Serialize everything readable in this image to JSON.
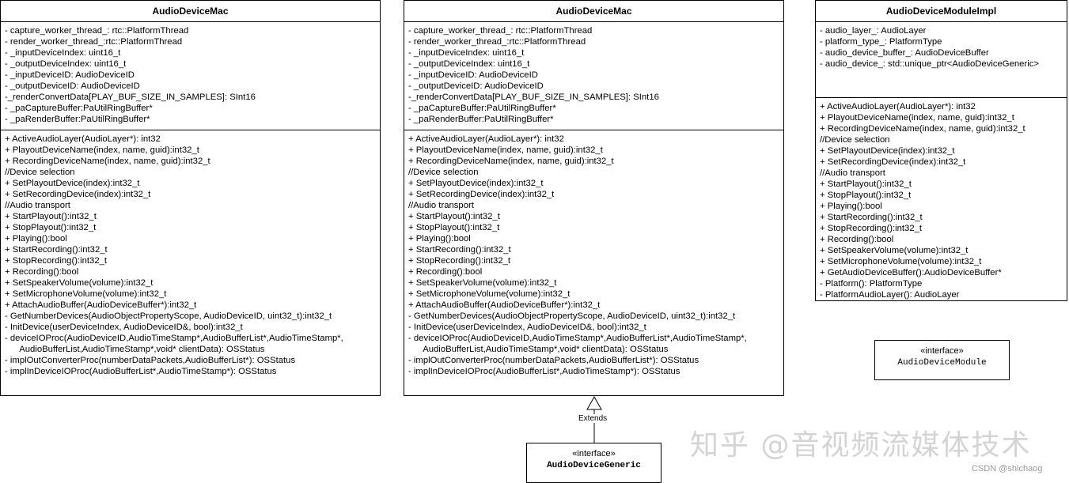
{
  "classes": {
    "left": {
      "title": "AudioDeviceMac",
      "attributes": [
        "- capture_worker_thread_: rtc::PlatformThread",
        "- render_worker_thread_:rtc::PlatformThread",
        "- _inputDeviceIndex: uint16_t",
        "- _outputDeviceIndex: uint16_t",
        "- _inputDeviceID: AudioDeviceID",
        "- _outputDeviceID: AudioDeviceID",
        "-_renderConvertData[PLAY_BUF_SIZE_IN_SAMPLES]: SInt16",
        "- _paCaptureBuffer:PaUtilRingBuffer*",
        "- _paRenderBuffer:PaUtilRingBuffer*"
      ],
      "methods": [
        "+ ActiveAudioLayer(AudioLayer*): int32",
        "+ PlayoutDeviceName(index, name, guid):int32_t",
        "+ RecordingDeviceName(index, name, guid):int32_t",
        "//Device selection",
        "+ SetPlayoutDevice(index):int32_t",
        "+ SetRecordingDevice(index):int32_t",
        "//Audio transport",
        "+ StartPlayout():int32_t",
        "+ StopPlayout():int32_t",
        "+ Playing():bool",
        "+ StartRecording():int32_t",
        "+ StopRecording():int32_t",
        "+ Recording():bool",
        "+ SetSpeakerVolume(volume):int32_t",
        "+ SetMicrophoneVolume(volume):int32_t",
        "+ AttachAudioBuffer(AudioDeviceBuffer*):int32_t",
        "- GetNumberDevices(AudioObjectPropertyScope, AudioDeviceID, uint32_t):int32_t",
        "- InitDevice(userDeviceIndex, AudioDeviceID&, bool):int32_t",
        "- deviceIOProc(AudioDeviceID,AudioTimeStamp*,AudioBufferList*,AudioTimeStamp*,",
        "      AudioBufferList,AudioTimeStamp*,void* clientData): OSStatus",
        "- implOutConverterProc(numberDataPackets,AudioBufferList*): OSStatus",
        "- implInDeviceIOProc(AudioBufferList*,AudioTimeStamp*): OSStatus"
      ]
    },
    "middle": {
      "title": "AudioDeviceMac",
      "attributes": [
        "- capture_worker_thread_: rtc::PlatformThread",
        "- render_worker_thread_:rtc::PlatformThread",
        "- _inputDeviceIndex: uint16_t",
        "- _outputDeviceIndex: uint16_t",
        "- _inputDeviceID: AudioDeviceID",
        "- _outputDeviceID: AudioDeviceID",
        "-_renderConvertData[PLAY_BUF_SIZE_IN_SAMPLES]: SInt16",
        "- _paCaptureBuffer:PaUtilRingBuffer*",
        "- _paRenderBuffer:PaUtilRingBuffer*"
      ],
      "methods": [
        "+ ActiveAudioLayer(AudioLayer*): int32",
        "+ PlayoutDeviceName(index, name, guid):int32_t",
        "+ RecordingDeviceName(index, name, guid):int32_t",
        "//Device selection",
        "+ SetPlayoutDevice(index):int32_t",
        "+ SetRecordingDevice(index):int32_t",
        "//Audio transport",
        "+ StartPlayout():int32_t",
        "+ StopPlayout():int32_t",
        "+ Playing():bool",
        "+ StartRecording():int32_t",
        "+ StopRecording():int32_t",
        "+ Recording():bool",
        "+ SetSpeakerVolume(volume):int32_t",
        "+ SetMicrophoneVolume(volume):int32_t",
        "+ AttachAudioBuffer(AudioDeviceBuffer*):int32_t",
        "- GetNumberDevices(AudioObjectPropertyScope, AudioDeviceID, uint32_t):int32_t",
        "- InitDevice(userDeviceIndex, AudioDeviceID&, bool):int32_t",
        "- deviceIOProc(AudioDeviceID,AudioTimeStamp*,AudioBufferList*,AudioTimeStamp*,",
        "      AudioBufferList,AudioTimeStamp*,void* clientData): OSStatus",
        "- implOutConverterProc(numberDataPackets,AudioBufferList*): OSStatus",
        "- implInDeviceIOProc(AudioBufferList*,AudioTimeStamp*): OSStatus"
      ]
    },
    "right": {
      "title": "AudioDeviceModuleImpl",
      "attributes": [
        "- audio_layer_: AudioLayer",
        "- platform_type_: PlatformType",
        "- audio_device_buffer_: AudioDeviceBuffer",
        "- audio_device_: std::unique_ptr<AudioDeviceGeneric>"
      ],
      "methods": [
        "+ ActiveAudioLayer(AudioLayer*): int32",
        "+ PlayoutDeviceName(index, name, guid):int32_t",
        "+ RecordingDeviceName(index, name, guid):int32_t",
        "//Device selection",
        "+ SetPlayoutDevice(index):int32_t",
        "+ SetRecordingDevice(index):int32_t",
        "//Audio transport",
        "+ StartPlayout():int32_t",
        "+ StopPlayout():int32_t",
        "+ Playing():bool",
        "+ StartRecording():int32_t",
        "+ StopRecording():int32_t",
        "+ Recording():bool",
        "+ SetSpeakerVolume(volume):int32_t",
        "+ SetMicrophoneVolume(volume):int32_t",
        "+ GetAudioDeviceBuffer():AudioDeviceBuffer*",
        "- Platform(): PlatformType",
        "- PlatformAudioLayer(): AudioLayer"
      ]
    }
  },
  "interfaces": {
    "module": {
      "stereotype": "«interface»",
      "name": "AudioDeviceModule"
    },
    "generic": {
      "stereotype": "«interface»",
      "name": "AudioDeviceGeneric"
    }
  },
  "relation": {
    "label": "Extends"
  },
  "watermark": "知乎 @音视频流媒体技术",
  "credit": "CSDN @shichaog"
}
